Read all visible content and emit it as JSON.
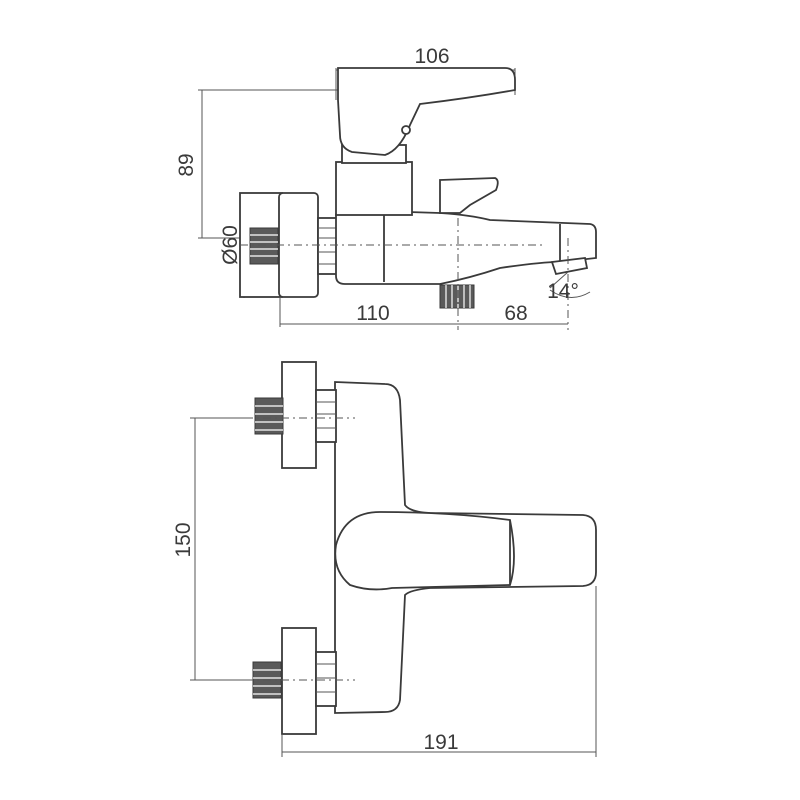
{
  "dimensions": {
    "spout_top_width": "106",
    "height": "89",
    "diameter": "Ø60",
    "spout_inlet_offset": "110",
    "spout_reach": "68",
    "spout_angle": "14°",
    "inlet_spacing": "150",
    "total_depth": "191"
  }
}
